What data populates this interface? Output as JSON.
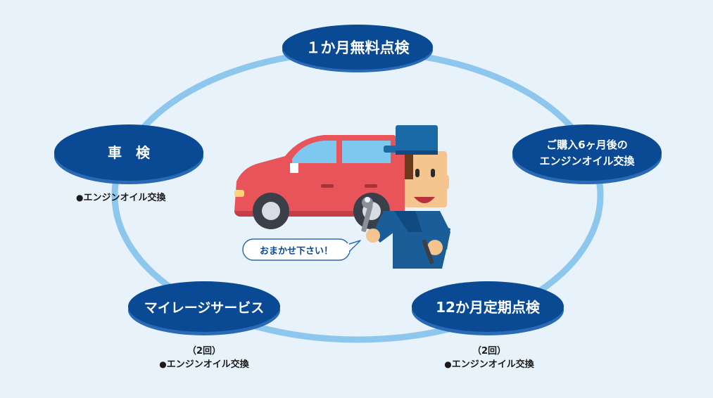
{
  "colors": {
    "background": "#e8f2fb",
    "ring": "#8ec7ee",
    "node_fill": "#0a4a94",
    "node_shadow": "#2a6ab5",
    "node_text": "#ffffff",
    "car_body": "#e8545a",
    "car_window": "#7ec8ef",
    "uniform": "#1a5d98",
    "cap": "#1a6aa8",
    "skin": "#f5c58f"
  },
  "nodes": {
    "top": {
      "label": "１か月無料点検"
    },
    "right": {
      "label_line1": "ご購入6ヶ月後の",
      "label_line2": "エンジンオイル交換"
    },
    "bottom_right": {
      "label": "12か月定期点検"
    },
    "bottom_left": {
      "label": "マイレージサービス"
    },
    "left": {
      "label": "車　検"
    }
  },
  "notes": {
    "left": {
      "bullet": "●",
      "text": "エンジンオイル交換"
    },
    "bottom_left": {
      "count": "（2回）",
      "bullet": "●",
      "text": "エンジンオイル交換"
    },
    "bottom_right": {
      "count": "（2回）",
      "bullet": "●",
      "text": "エンジンオイル交換"
    }
  },
  "speech_bubble": {
    "text": "おまかせ下さい！"
  }
}
